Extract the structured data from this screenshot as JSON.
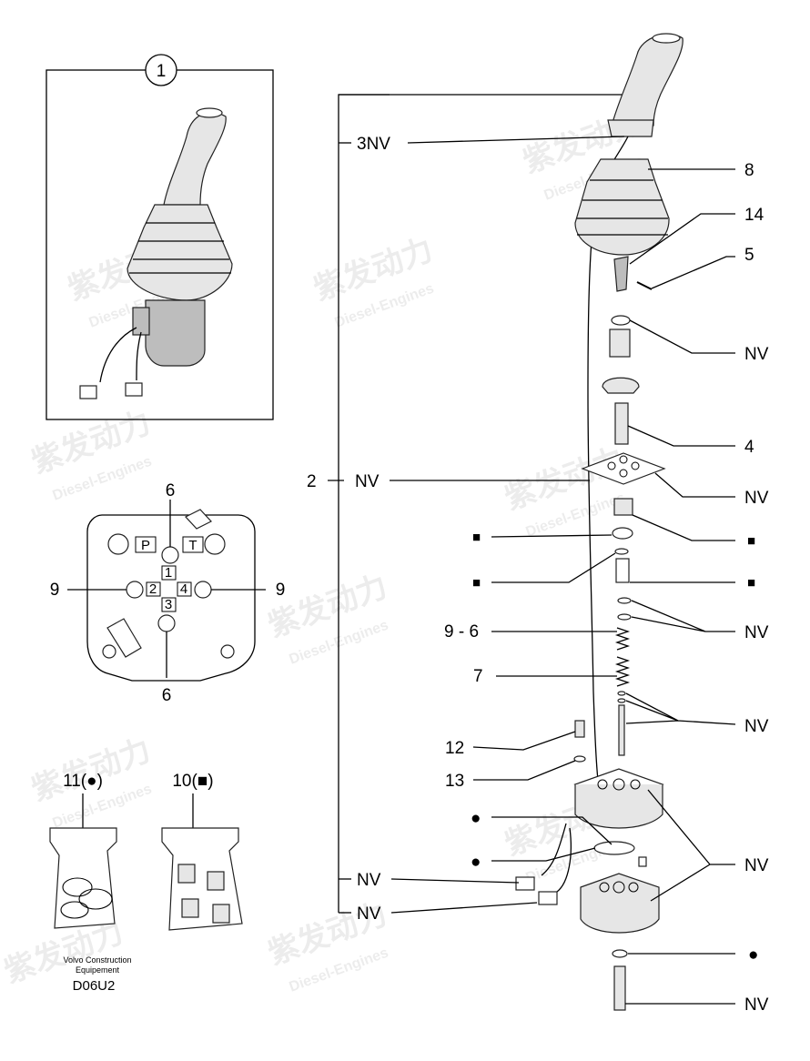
{
  "watermark": {
    "cn": "紫发动力",
    "en": "Diesel-Engines"
  },
  "inset": {
    "callout": "1"
  },
  "port_diagram": {
    "ports": {
      "p": "P",
      "t": "T"
    },
    "positions": [
      "1",
      "2",
      "3",
      "4"
    ],
    "labels": {
      "top": "6",
      "bottom": "6",
      "left": "9",
      "right": "9"
    }
  },
  "kits": {
    "kit_a": "11(●)",
    "kit_b": "10(■)"
  },
  "footer": {
    "line1": "Volvo Construction",
    "line2": "Equipement",
    "code": "D06U2"
  },
  "callouts": {
    "c3nv": "3NV",
    "c8": "8",
    "c14": "14",
    "c5": "5",
    "nv_a": "NV",
    "c4": "4",
    "c2": "2",
    "nv_b": "NV",
    "nv_c": "NV",
    "sq1": "■",
    "sq2": "■",
    "sq3": "■",
    "sq4": "■",
    "c96": "9 - 6",
    "nv_d": "NV",
    "c7": "7",
    "nv_e": "NV",
    "c12": "12",
    "c13": "13",
    "dot1": "●",
    "dot2": "●",
    "nv_f": "NV",
    "nv_g": "NV",
    "nv_h": "NV",
    "dot3": "●",
    "nv_i": "NV"
  }
}
